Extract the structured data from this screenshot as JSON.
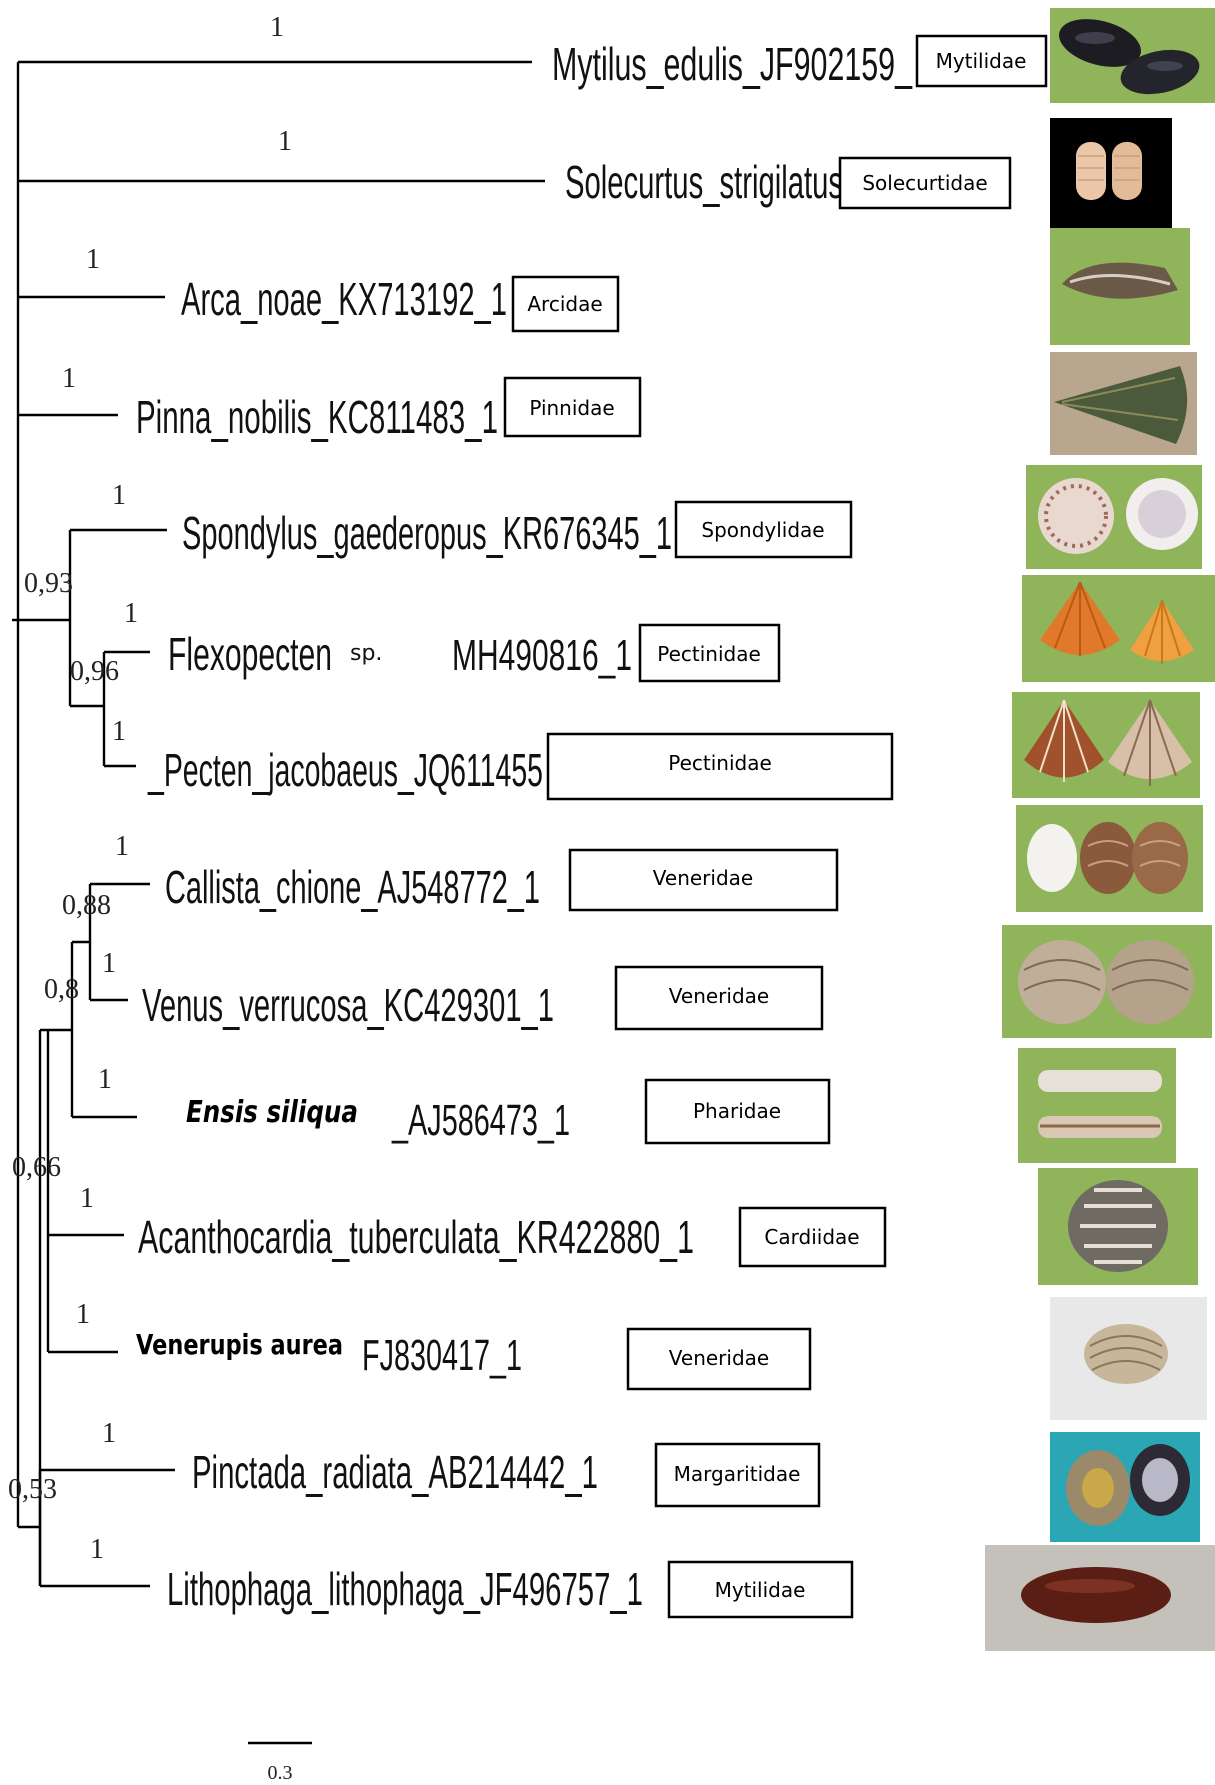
{
  "taxa": [
    {
      "name": "Mytilus_edulis",
      "acc": "_JF902159_",
      "family": "Mytilidae",
      "support": "1",
      "photo": {
        "bg": "#8fb45a",
        "shell": "#1c1c22",
        "shape": "mussel-pair"
      }
    },
    {
      "name": "Solecurtus_strigilatus",
      "acc": "",
      "family": "Solecurtidae",
      "support": "1",
      "photo": {
        "bg": "#000000",
        "shell": "#e9c7a8",
        "shape": "twin-oval"
      }
    },
    {
      "name": "Arca_noae",
      "acc": "_KX713192_1",
      "family": "Arcidae",
      "support": "1",
      "photo": {
        "bg": "#8fb45a",
        "shell": "#6b5a48",
        "shape": "elongate"
      }
    },
    {
      "name": "Pinna_nobilis",
      "acc": "_KC811483_1",
      "family": "Pinnidae",
      "support": "1",
      "photo": {
        "bg": "#b9a68f",
        "shell": "#4a5a3a",
        "shape": "fan"
      }
    },
    {
      "name": "Spondylus_gaederopus",
      "acc": "_KR676345_1",
      "family": "Spondylidae",
      "support": "1",
      "photo": {
        "bg": "#8fb45a",
        "shell": "#e8d8d0",
        "shape": "spiny-pair"
      }
    },
    {
      "name": "Flexopecten",
      "sp": "sp.",
      "acc": "MH490816_1",
      "family": "Pectinidae",
      "support": "1",
      "photo": {
        "bg": "#8fb45a",
        "shell": "#e07a2a",
        "shape": "scallop-pair"
      }
    },
    {
      "name": "_Pecten_jacobaeus",
      "acc": "_JQ611455",
      "family": "Pectinidae",
      "support": "1",
      "photo": {
        "bg": "#8fb45a",
        "shell": "#a0522d",
        "shape": "scallop-pair"
      }
    },
    {
      "name": "Callista_chione",
      "acc": "_AJ548772_1",
      "family": "Veneridae",
      "support": "1",
      "photo": {
        "bg": "#8fb45a",
        "shell": "#8b5a3c",
        "shape": "clam-trio"
      }
    },
    {
      "name": "Venus_verrucosa",
      "acc": "_KC429301_1",
      "family": "Veneridae",
      "support": "1",
      "photo": {
        "bg": "#8fb45a",
        "shell": "#bfae98",
        "shape": "clam-pair"
      }
    },
    {
      "name": "Ensis siliqua",
      "acc": "_AJ586473_1",
      "family": "Pharidae",
      "support": "1",
      "photo": {
        "bg": "#8fb45a",
        "shell": "#e6e0d8",
        "shape": "razor"
      }
    },
    {
      "name": "Acanthocardia_tuberculata",
      "acc": "_KR422880_1",
      "family": "Cardiidae",
      "support": "1",
      "photo": {
        "bg": "#8fb45a",
        "shell": "#6f6a62",
        "shape": "cockle"
      }
    },
    {
      "name": "Venerupis aurea",
      "acc": "FJ830417_1",
      "family": "Veneridae",
      "support": "1",
      "photo": {
        "bg": "#e8e8e8",
        "shell": "#c8b69a",
        "shape": "single-clam"
      }
    },
    {
      "name": "Pinctada_radiata",
      "acc": "_AB214442_1",
      "family": "Margaritidae",
      "support": "1",
      "photo": {
        "bg": "#2aa6b5",
        "shell": "#9a8a6a",
        "shape": "oyster-pair"
      }
    },
    {
      "name": "Lithophaga_lithophaga",
      "acc": "_JF496757_1",
      "family": "Mytilidae",
      "support": "1",
      "photo": {
        "bg": "#c4c0ba",
        "shell": "#5a1e14",
        "shape": "date-mussel"
      }
    }
  ],
  "node_support": [
    "0,93",
    "0,96",
    "0,88",
    "0,8",
    "0,66",
    "0,53"
  ],
  "scale_bar": "0.3"
}
